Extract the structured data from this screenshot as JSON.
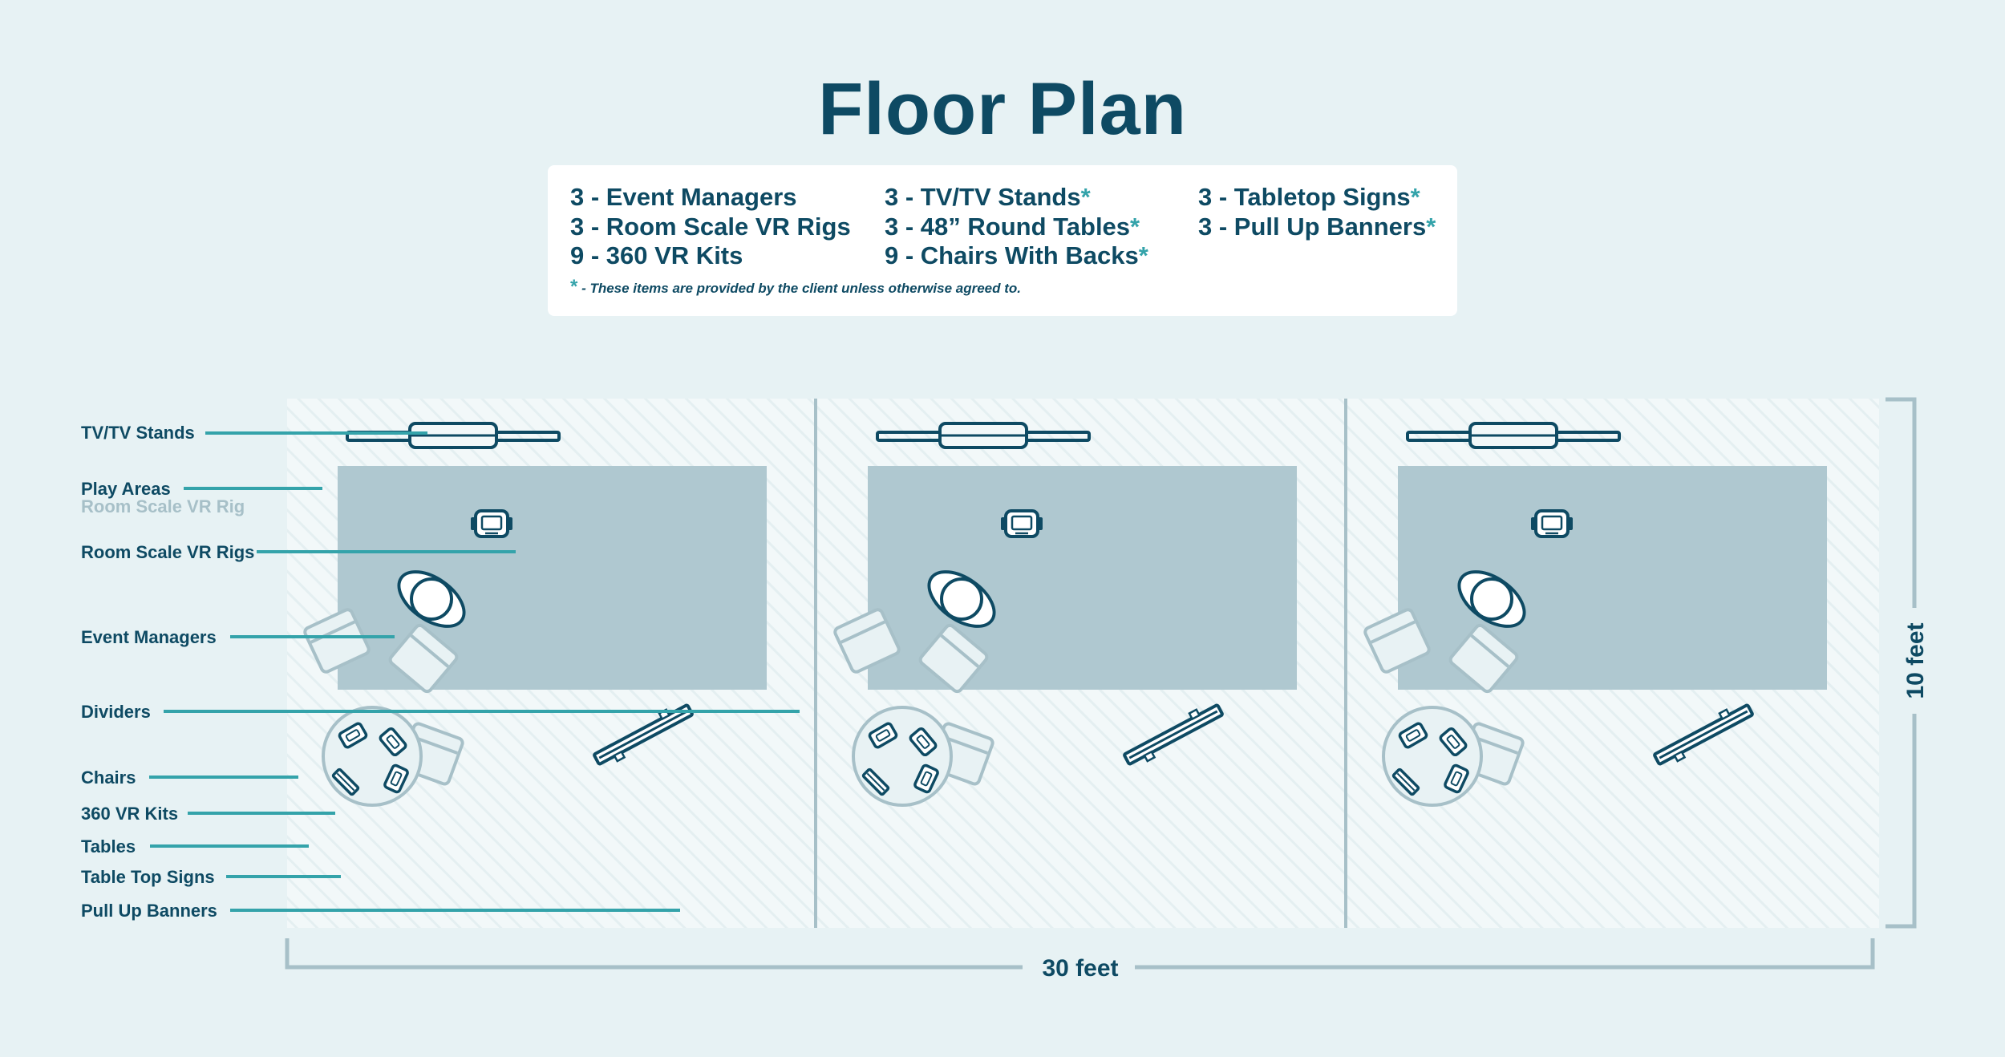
{
  "title": "Floor Plan",
  "inventory": {
    "columns": [
      [
        {
          "text": "3 - Event Managers",
          "asterisk": ""
        },
        {
          "text": "3 - Room Scale VR Rigs",
          "asterisk": ""
        },
        {
          "text": "9 - 360 VR Kits",
          "asterisk": ""
        }
      ],
      [
        {
          "text": "3 - TV/TV Stands",
          "asterisk": "*"
        },
        {
          "text": "3 - 48” Round Tables",
          "asterisk": "*"
        },
        {
          "text": "9 - Chairs With Backs",
          "asterisk": "*"
        }
      ],
      [
        {
          "text": "3 - Tabletop Signs",
          "asterisk": "*"
        },
        {
          "text": "3 - Pull Up Banners",
          "asterisk": "*"
        }
      ]
    ],
    "note_asterisk": "*",
    "note": " - These items are provided by the client unless otherwise agreed to."
  },
  "legend": {
    "tv_stands": "TV/TV Stands",
    "play_areas": "Play Areas",
    "play_areas_sub": "Room Scale VR Rig",
    "vr_rigs": "Room Scale VR Rigs",
    "event_managers": "Event Managers",
    "dividers": "Dividers",
    "chairs": "Chairs",
    "vr_kits": "360 VR Kits",
    "tables": "Tables",
    "table_top_signs": "Table Top Signs",
    "pull_up_banners": "Pull Up Banners"
  },
  "dimensions": {
    "width": "30 feet",
    "height": "10 feet"
  },
  "colors": {
    "navy": "#0e4a63",
    "teal": "#34a3aa",
    "play_area": "#afc8d0",
    "background": "#e7f2f4",
    "booth": "#f2f8f9",
    "light_line": "#a7c0c8"
  }
}
